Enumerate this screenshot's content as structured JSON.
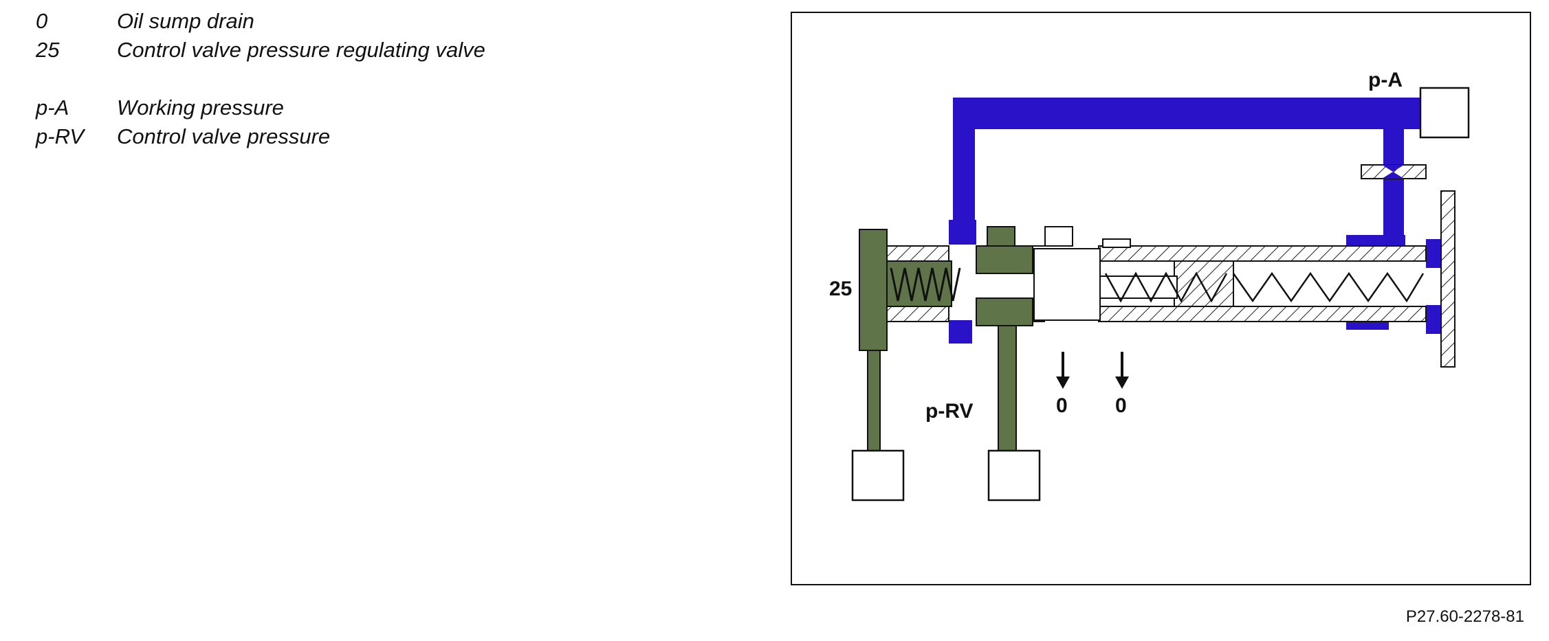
{
  "legend": [
    {
      "key": "0",
      "text": "Oil sump drain"
    },
    {
      "key": "25",
      "text": "Control valve pressure regulating valve"
    },
    {
      "key": "p-A",
      "text": "Working pressure"
    },
    {
      "key": "p-RV",
      "text": "Control valve pressure"
    }
  ],
  "diagram": {
    "label_pa": "p-A",
    "label_25": "25",
    "label_prv": "p-RV",
    "label_drain_1": "0",
    "label_drain_2": "0"
  },
  "figure_ref": "P27.60-2278-81",
  "colors": {
    "working_pressure": "#2a12c8",
    "control_pressure": "#5f7449",
    "outline": "#111111"
  }
}
